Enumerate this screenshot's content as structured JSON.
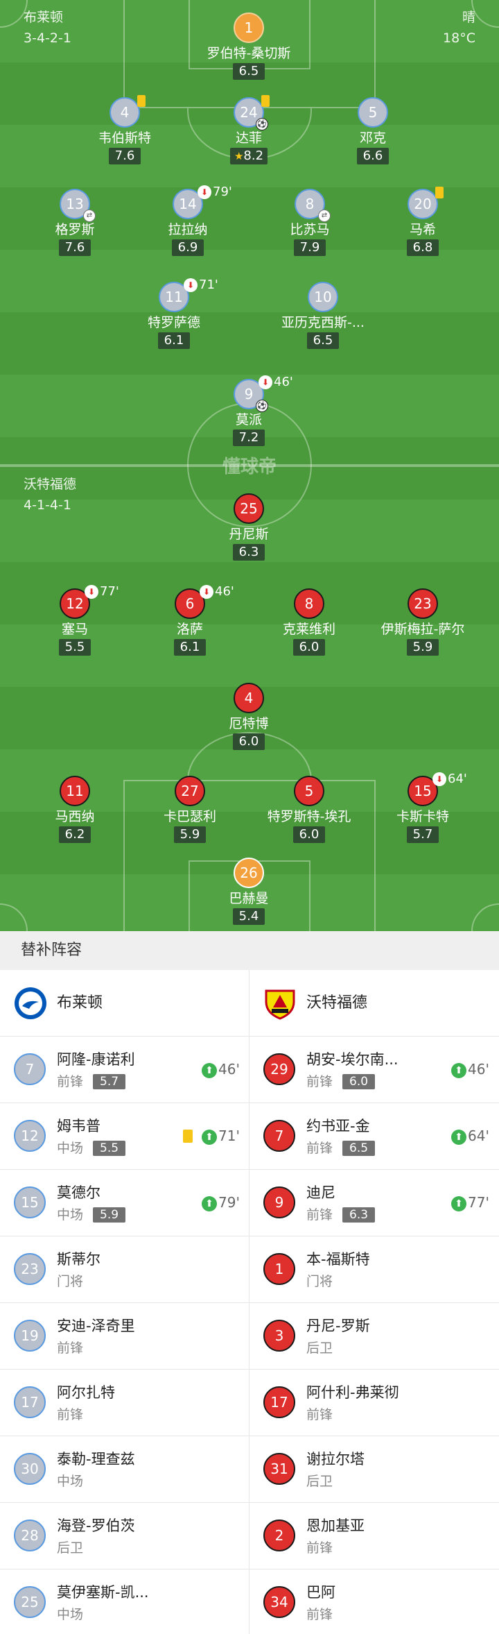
{
  "home": {
    "name": "布莱顿",
    "formation": "3-4-2-1",
    "weather": "晴",
    "temperature": "18°C",
    "color": "#b7c0cc",
    "players": [
      {
        "id": "h-gk",
        "num": "1",
        "name": "罗伯特-桑切斯",
        "rating": "6.5",
        "gk": true
      },
      {
        "id": "h-d1",
        "num": "4",
        "name": "韦伯斯特",
        "rating": "7.6",
        "yellow": true
      },
      {
        "id": "h-d2",
        "num": "24",
        "name": "达菲",
        "rating": "8.2",
        "yellow": true,
        "goal": true,
        "star": true
      },
      {
        "id": "h-d3",
        "num": "5",
        "name": "邓克",
        "rating": "6.6"
      },
      {
        "id": "h-m1",
        "num": "13",
        "name": "格罗斯",
        "rating": "7.6",
        "sub_icon": true
      },
      {
        "id": "h-m2",
        "num": "14",
        "name": "拉拉纳",
        "rating": "6.9",
        "off": "79'"
      },
      {
        "id": "h-m3",
        "num": "8",
        "name": "比苏马",
        "rating": "7.9",
        "sub_icon": true
      },
      {
        "id": "h-m4",
        "num": "20",
        "name": "马希",
        "rating": "6.8",
        "yellow": true
      },
      {
        "id": "h-a1",
        "num": "11",
        "name": "特罗萨德",
        "rating": "6.1",
        "off": "71'"
      },
      {
        "id": "h-a2",
        "num": "10",
        "name": "亚历克西斯-...",
        "rating": "6.5"
      },
      {
        "id": "h-f1",
        "num": "9",
        "name": "莫派",
        "rating": "7.2",
        "off": "46'",
        "goal": true
      }
    ]
  },
  "away": {
    "name": "沃特福德",
    "formation": "4-1-4-1",
    "color": "#e0302d",
    "players": [
      {
        "id": "a-f1",
        "num": "25",
        "name": "丹尼斯",
        "rating": "6.3"
      },
      {
        "id": "a-m1",
        "num": "12",
        "name": "塞马",
        "rating": "5.5",
        "off": "77'"
      },
      {
        "id": "a-m2",
        "num": "6",
        "name": "洛萨",
        "rating": "6.1",
        "off": "46'"
      },
      {
        "id": "a-m3",
        "num": "8",
        "name": "克莱维利",
        "rating": "6.0"
      },
      {
        "id": "a-m4",
        "num": "23",
        "name": "伊斯梅拉-萨尔",
        "rating": "5.9"
      },
      {
        "id": "a-dm",
        "num": "4",
        "name": "厄特博",
        "rating": "6.0"
      },
      {
        "id": "a-d1",
        "num": "11",
        "name": "马西纳",
        "rating": "6.2"
      },
      {
        "id": "a-d2",
        "num": "27",
        "name": "卡巴瑟利",
        "rating": "5.9"
      },
      {
        "id": "a-d3",
        "num": "5",
        "name": "特罗斯特-埃孔",
        "rating": "6.0"
      },
      {
        "id": "a-d4",
        "num": "15",
        "name": "卡斯卡特",
        "rating": "5.7",
        "off": "64'"
      },
      {
        "id": "a-gk",
        "num": "26",
        "name": "巴赫曼",
        "rating": "5.4",
        "gk": true
      }
    ]
  },
  "watermark": "懂球帝",
  "icons": {
    "goal": "⚽",
    "star": "★",
    "sub_off": "⬇",
    "sub_in": "⬆",
    "swap": "⇄"
  },
  "subs": {
    "title": "替补阵容",
    "home": [
      {
        "num": "7",
        "name": "阿隆-康诺利",
        "pos": "前锋",
        "rating": "5.7",
        "in": "46'"
      },
      {
        "num": "12",
        "name": "姆韦普",
        "pos": "中场",
        "rating": "5.5",
        "in": "71'",
        "yellow": true
      },
      {
        "num": "15",
        "name": "莫德尔",
        "pos": "中场",
        "rating": "5.9",
        "in": "79'"
      },
      {
        "num": "23",
        "name": "斯蒂尔",
        "pos": "门将"
      },
      {
        "num": "19",
        "name": "安迪-泽奇里",
        "pos": "前锋"
      },
      {
        "num": "17",
        "name": "阿尔扎特",
        "pos": "前锋"
      },
      {
        "num": "30",
        "name": "泰勒-理查兹",
        "pos": "中场"
      },
      {
        "num": "28",
        "name": "海登-罗伯茨",
        "pos": "后卫"
      },
      {
        "num": "25",
        "name": "莫伊塞斯-凯...",
        "pos": "中场"
      }
    ],
    "away": [
      {
        "num": "29",
        "name": "胡安-埃尔南...",
        "pos": "前锋",
        "rating": "6.0",
        "in": "46'"
      },
      {
        "num": "7",
        "name": "约书亚-金",
        "pos": "前锋",
        "rating": "6.5",
        "in": "64'"
      },
      {
        "num": "9",
        "name": "迪尼",
        "pos": "前锋",
        "rating": "6.3",
        "in": "77'"
      },
      {
        "num": "1",
        "name": "本-福斯特",
        "pos": "门将"
      },
      {
        "num": "3",
        "name": "丹尼-罗斯",
        "pos": "后卫"
      },
      {
        "num": "17",
        "name": "阿什利-弗莱彻",
        "pos": "前锋"
      },
      {
        "num": "31",
        "name": "谢拉尔塔",
        "pos": "后卫"
      },
      {
        "num": "2",
        "name": "恩加基亚",
        "pos": "前锋"
      },
      {
        "num": "34",
        "name": "巴阿",
        "pos": "前锋"
      }
    ]
  }
}
